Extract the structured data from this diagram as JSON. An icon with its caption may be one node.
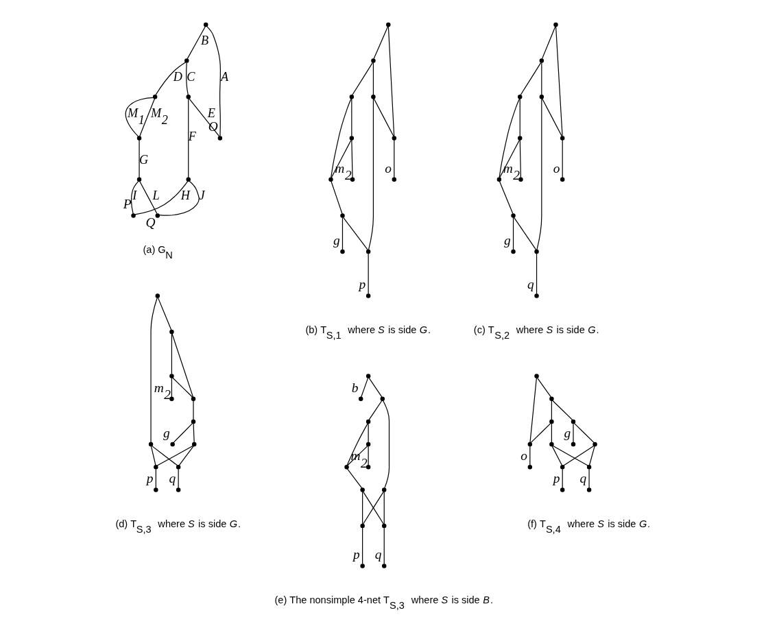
{
  "diagram": {
    "nodes": [
      {
        "text": [],
        "shape": "dot"
      },
      {
        "text": [],
        "shape": "dot"
      },
      {
        "text": [],
        "shape": "dot"
      },
      {
        "text": [],
        "shape": "dot",
        "beside": [
          "O"
        ]
      },
      {
        "text": [],
        "shape": "dot"
      },
      {
        "text": [],
        "shape": "dot"
      },
      {
        "text": [],
        "shape": "dot"
      },
      {
        "text": [],
        "shape": "dot"
      },
      {
        "text": [],
        "shape": "dot",
        "beside": [
          "P"
        ]
      },
      {
        "text": [],
        "shape": "dot",
        "beside": [
          "Q"
        ]
      },
      {
        "text": [],
        "shape": "dot"
      },
      {
        "text": [],
        "shape": "dot"
      },
      {
        "text": [],
        "shape": "dot"
      },
      {
        "text": [],
        "shape": "dot"
      },
      {
        "text": [],
        "shape": "dot"
      },
      {
        "text": [],
        "shape": "dot"
      },
      {
        "text": [],
        "shape": "dot"
      },
      {
        "text": [],
        "shape": "dot",
        "beside": [
          "m$_{2}$"
        ]
      },
      {
        "text": [],
        "shape": "dot",
        "beside": [
          "o"
        ]
      },
      {
        "text": [],
        "shape": "dot"
      },
      {
        "text": [],
        "shape": "dot",
        "beside": [
          "g"
        ]
      },
      {
        "text": [],
        "shape": "dot"
      },
      {
        "text": [],
        "shape": "dot",
        "beside": [
          "p"
        ]
      },
      {
        "text": [],
        "shape": "dot"
      },
      {
        "text": [],
        "shape": "dot"
      },
      {
        "text": [],
        "shape": "dot"
      },
      {
        "text": [],
        "shape": "dot"
      },
      {
        "text": [],
        "shape": "dot"
      },
      {
        "text": [],
        "shape": "dot"
      },
      {
        "text": [],
        "shape": "dot"
      },
      {
        "text": [],
        "shape": "dot",
        "beside": [
          "m$_{2}$"
        ]
      },
      {
        "text": [],
        "shape": "dot",
        "beside": [
          "o"
        ]
      },
      {
        "text": [],
        "shape": "dot"
      },
      {
        "text": [],
        "shape": "dot",
        "beside": [
          "g"
        ]
      },
      {
        "text": [],
        "shape": "dot"
      },
      {
        "text": [],
        "shape": "dot",
        "beside": [
          "q"
        ]
      },
      {
        "text": [],
        "shape": "dot"
      },
      {
        "text": [],
        "shape": "dot"
      },
      {
        "text": [],
        "shape": "dot"
      },
      {
        "text": [],
        "shape": "dot"
      },
      {
        "text": [],
        "shape": "dot",
        "beside": [
          "m$_{2}$"
        ]
      },
      {
        "text": [],
        "shape": "dot"
      },
      {
        "text": [],
        "shape": "dot",
        "beside": [
          "g"
        ]
      },
      {
        "text": [],
        "shape": "dot"
      },
      {
        "text": [],
        "shape": "dot"
      },
      {
        "text": [],
        "shape": "dot"
      },
      {
        "text": [],
        "shape": "dot",
        "beside": [
          "p"
        ]
      },
      {
        "text": [],
        "shape": "dot"
      },
      {
        "text": [],
        "shape": "dot",
        "beside": [
          "q"
        ]
      },
      {
        "text": [],
        "shape": "dot"
      },
      {
        "text": [],
        "shape": "dot",
        "beside": [
          "b"
        ]
      },
      {
        "text": [],
        "shape": "dot"
      },
      {
        "text": [],
        "shape": "dot"
      },
      {
        "text": [],
        "shape": "dot"
      },
      {
        "text": [],
        "shape": "dot"
      },
      {
        "text": [],
        "shape": "dot",
        "beside": [
          "m$_{2}$"
        ]
      },
      {
        "text": [],
        "shape": "dot"
      },
      {
        "text": [],
        "shape": "dot"
      },
      {
        "text": [],
        "shape": "dot"
      },
      {
        "text": [],
        "shape": "dot",
        "beside": [
          "p"
        ]
      },
      {
        "text": [],
        "shape": "dot"
      },
      {
        "text": [],
        "shape": "dot",
        "beside": [
          "q"
        ]
      },
      {
        "text": [],
        "shape": "dot"
      },
      {
        "text": [],
        "shape": "dot"
      },
      {
        "text": [],
        "shape": "dot"
      },
      {
        "text": [],
        "shape": "dot"
      },
      {
        "text": [],
        "shape": "dot"
      },
      {
        "text": [],
        "shape": "dot",
        "beside": [
          "g"
        ]
      },
      {
        "text": [],
        "shape": "dot",
        "beside": [
          "o"
        ]
      },
      {
        "text": [],
        "shape": "dot"
      },
      {
        "text": [],
        "shape": "dot"
      },
      {
        "text": [],
        "shape": "dot"
      },
      {
        "text": [],
        "shape": "dot",
        "beside": [
          "p"
        ]
      },
      {
        "text": [],
        "shape": "dot"
      },
      {
        "text": [],
        "shape": "dot",
        "beside": [
          "q"
        ]
      }
    ],
    "edges": [
      {
        "from": 0,
        "to": 3,
        "arrow": "none",
        "label": "A"
      },
      {
        "from": 0,
        "to": 1,
        "arrow": "none",
        "label": "B"
      },
      {
        "from": 1,
        "to": 2,
        "arrow": "none",
        "label": "C"
      },
      {
        "from": 1,
        "to": 4,
        "arrow": "none",
        "label": "D"
      },
      {
        "from": 2,
        "to": 3,
        "arrow": "none",
        "label": "E"
      },
      {
        "from": 4,
        "to": 5,
        "arrow": "none",
        "label": "M$_{1}$"
      },
      {
        "from": 4,
        "to": 5,
        "arrow": "none",
        "label": "M$_{2}$"
      },
      {
        "from": 2,
        "to": 6,
        "arrow": "none",
        "label": "F"
      },
      {
        "from": 5,
        "to": 7,
        "arrow": "none",
        "label": "G"
      },
      {
        "from": 6,
        "to": 8,
        "arrow": "none",
        "label": "H"
      },
      {
        "from": 7,
        "to": 8,
        "arrow": "none",
        "label": "I"
      },
      {
        "from": 6,
        "to": 9,
        "arrow": "none",
        "label": "J"
      },
      {
        "from": 7,
        "to": 9,
        "arrow": "none",
        "label": "L"
      },
      {
        "from": 10,
        "to": 15,
        "arrow": "none"
      },
      {
        "from": 10,
        "to": 11,
        "arrow": "none"
      },
      {
        "from": 11,
        "to": 12,
        "arrow": "none"
      },
      {
        "from": 11,
        "to": 13,
        "arrow": "none"
      },
      {
        "from": 12,
        "to": 15,
        "arrow": "none"
      },
      {
        "from": 13,
        "to": 16,
        "arrow": "none"
      },
      {
        "from": 13,
        "to": 14,
        "arrow": "none"
      },
      {
        "from": 14,
        "to": 16,
        "arrow": "none"
      },
      {
        "from": 14,
        "to": 17,
        "arrow": "none"
      },
      {
        "from": 15,
        "to": 18,
        "arrow": "none"
      },
      {
        "from": 12,
        "to": 21,
        "arrow": "none"
      },
      {
        "from": 16,
        "to": 19,
        "arrow": "none"
      },
      {
        "from": 19,
        "to": 20,
        "arrow": "none"
      },
      {
        "from": 19,
        "to": 21,
        "arrow": "none"
      },
      {
        "from": 21,
        "to": 22,
        "arrow": "none"
      },
      {
        "from": 23,
        "to": 28,
        "arrow": "none"
      },
      {
        "from": 23,
        "to": 24,
        "arrow": "none"
      },
      {
        "from": 24,
        "to": 25,
        "arrow": "none"
      },
      {
        "from": 24,
        "to": 26,
        "arrow": "none"
      },
      {
        "from": 25,
        "to": 28,
        "arrow": "none"
      },
      {
        "from": 26,
        "to": 29,
        "arrow": "none"
      },
      {
        "from": 26,
        "to": 27,
        "arrow": "none"
      },
      {
        "from": 27,
        "to": 29,
        "arrow": "none"
      },
      {
        "from": 27,
        "to": 30,
        "arrow": "none"
      },
      {
        "from": 28,
        "to": 31,
        "arrow": "none"
      },
      {
        "from": 25,
        "to": 34,
        "arrow": "none"
      },
      {
        "from": 29,
        "to": 32,
        "arrow": "none"
      },
      {
        "from": 32,
        "to": 33,
        "arrow": "none"
      },
      {
        "from": 32,
        "to": 34,
        "arrow": "none"
      },
      {
        "from": 34,
        "to": 35,
        "arrow": "none"
      },
      {
        "from": 36,
        "to": 37,
        "arrow": "none"
      },
      {
        "from": 36,
        "to": 43,
        "arrow": "none"
      },
      {
        "from": 37,
        "to": 39,
        "arrow": "none"
      },
      {
        "from": 37,
        "to": 38,
        "arrow": "none"
      },
      {
        "from": 38,
        "to": 39,
        "arrow": "none"
      },
      {
        "from": 38,
        "to": 40,
        "arrow": "none"
      },
      {
        "from": 39,
        "to": 41,
        "arrow": "none"
      },
      {
        "from": 41,
        "to": 42,
        "arrow": "none"
      },
      {
        "from": 41,
        "to": 44,
        "arrow": "none"
      },
      {
        "from": 43,
        "to": 45,
        "arrow": "none"
      },
      {
        "from": 44,
        "to": 45,
        "arrow": "none"
      },
      {
        "from": 45,
        "to": 46,
        "arrow": "none"
      },
      {
        "from": 43,
        "to": 47,
        "arrow": "none"
      },
      {
        "from": 44,
        "to": 47,
        "arrow": "none"
      },
      {
        "from": 47,
        "to": 48,
        "arrow": "none"
      },
      {
        "from": 49,
        "to": 50,
        "arrow": "none"
      },
      {
        "from": 49,
        "to": 51,
        "arrow": "none"
      },
      {
        "from": 51,
        "to": 56,
        "arrow": "none"
      },
      {
        "from": 51,
        "to": 52,
        "arrow": "none"
      },
      {
        "from": 52,
        "to": 54,
        "arrow": "none"
      },
      {
        "from": 52,
        "to": 53,
        "arrow": "none"
      },
      {
        "from": 53,
        "to": 54,
        "arrow": "none"
      },
      {
        "from": 53,
        "to": 55,
        "arrow": "none"
      },
      {
        "from": 54,
        "to": 57,
        "arrow": "none"
      },
      {
        "from": 56,
        "to": 58,
        "arrow": "none"
      },
      {
        "from": 57,
        "to": 58,
        "arrow": "none"
      },
      {
        "from": 58,
        "to": 59,
        "arrow": "none"
      },
      {
        "from": 56,
        "to": 60,
        "arrow": "none"
      },
      {
        "from": 57,
        "to": 60,
        "arrow": "none"
      },
      {
        "from": 60,
        "to": 61,
        "arrow": "none"
      },
      {
        "from": 62,
        "to": 66,
        "arrow": "none"
      },
      {
        "from": 62,
        "to": 63,
        "arrow": "none"
      },
      {
        "from": 63,
        "to": 64,
        "arrow": "none"
      },
      {
        "from": 63,
        "to": 65,
        "arrow": "none"
      },
      {
        "from": 64,
        "to": 66,
        "arrow": "none"
      },
      {
        "from": 66,
        "to": 68,
        "arrow": "none"
      },
      {
        "from": 64,
        "to": 69,
        "arrow": "none"
      },
      {
        "from": 65,
        "to": 67,
        "arrow": "none"
      },
      {
        "from": 65,
        "to": 70,
        "arrow": "none"
      },
      {
        "from": 69,
        "to": 71,
        "arrow": "none"
      },
      {
        "from": 70,
        "to": 71,
        "arrow": "none"
      },
      {
        "from": 71,
        "to": 72,
        "arrow": "none"
      },
      {
        "from": 69,
        "to": 73,
        "arrow": "none"
      },
      {
        "from": 70,
        "to": 73,
        "arrow": "none"
      },
      {
        "from": 73,
        "to": 74,
        "arrow": "none"
      }
    ],
    "labels": [
      "(a) G$_{N}$",
      "(b) T$_{S,1}$ where *S* is side *G*.",
      "(c) T$_{S,2}$ where *S* is side *G*.",
      "(d) T$_{S,3}$ where *S* is side *G*.",
      "(e) The nonsimple 4-net T$_{S,3}$ where *S* is side *B*.",
      "(f) T$_{S,4}$ where *S* is side *G*."
    ]
  }
}
